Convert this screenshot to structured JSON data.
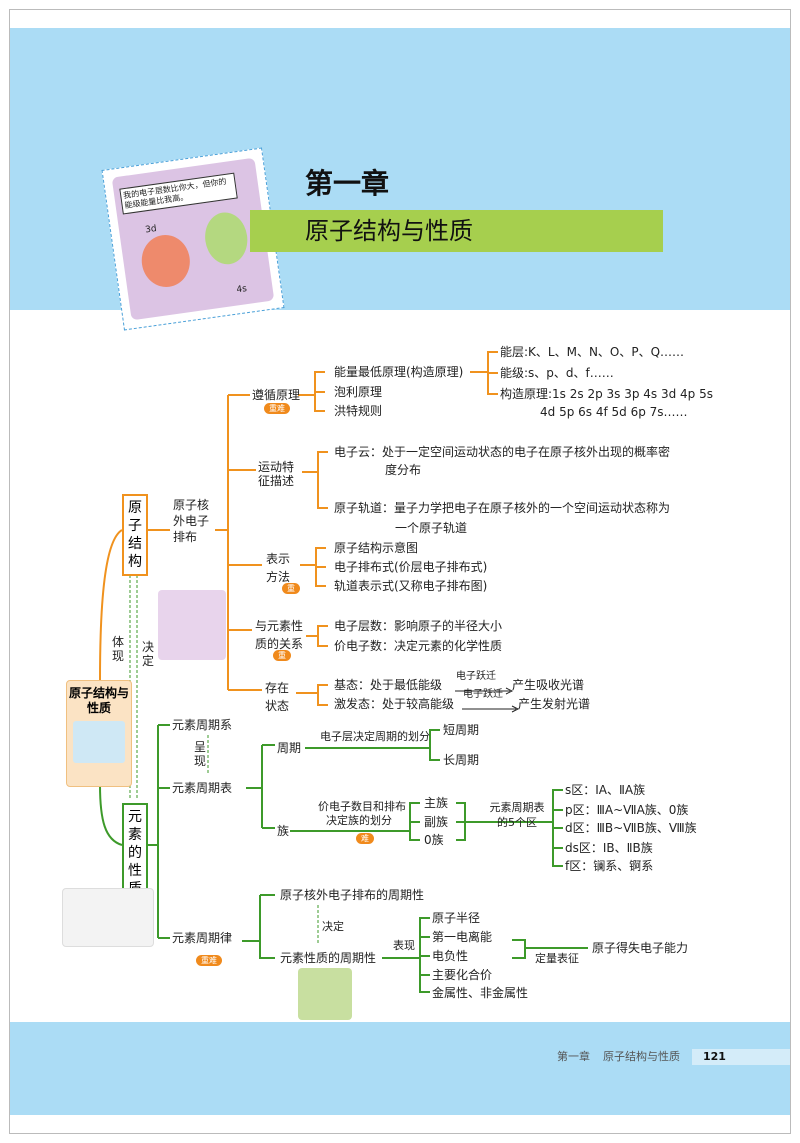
{
  "header": {
    "chapter": "第一章",
    "title": "原子结构与性质",
    "cartoon_speech": "我的电子层数比你大，但你的能级能量比我高。",
    "label_3d": "3d",
    "label_4s": "4s"
  },
  "center": {
    "title": "原子结构与性质",
    "structure": "原子结构",
    "property": "元素的性质",
    "embody": "体现",
    "decide": "决定"
  },
  "structure": {
    "sub": "原子核外电子排布",
    "follow": {
      "label": "遵循原理",
      "badge": "重难",
      "items": [
        "能量最低原理(构造原理)",
        "泡利原理",
        "洪特规则"
      ],
      "sub": [
        "能层:K、L、M、N、O、P、Q……",
        "能级:s、p、d、f……",
        "构造原理:1s 2s 2p 3s 3p 4s 3d 4p 5s",
        "4d 5p 6s 4f 5d 6p 7s……"
      ]
    },
    "motion": {
      "label": "运动特征描述",
      "cloud": "电子云：处于一定空间运动状态的电子在原子核外出现的概率密",
      "cloud2": "度分布",
      "orbital": "原子轨道：量子力学把电子在原子核外的一个空间运动状态称为",
      "orbital2": "一个原子轨道"
    },
    "repr": {
      "label": "表示方法",
      "badge": "重",
      "items": [
        "原子结构示意图",
        "电子排布式(价层电子排布式)",
        "轨道表示式(又称电子排布图)"
      ]
    },
    "relation": {
      "label": "与元素性质的关系",
      "badge": "重",
      "items": [
        "电子层数：影响原子的半径大小",
        "价电子数：决定元素的化学性质"
      ]
    },
    "state": {
      "label": "存在状态",
      "ground": "基态：处于最低能级",
      "excited": "激发态：处于较高能级",
      "transition": "电子跃迁",
      "absorb": "产生吸收光谱",
      "emit": "产生发射光谱"
    }
  },
  "property": {
    "system": "元素周期系",
    "present": "呈现",
    "table": "元素周期表",
    "law": "元素周期律",
    "law_badge": "重难",
    "period": "周期",
    "period_note": "电子层决定周期的划分",
    "short": "短周期",
    "long": "长周期",
    "group": "族",
    "group_note": "价电子数目和排布",
    "group_note2": "决定族的划分",
    "group_badge": "难",
    "groups": [
      "主族",
      "副族",
      "0族"
    ],
    "zones_label": "元素周期表的5个区",
    "zones": [
      "s区：ⅠA、ⅡA族",
      "p区：ⅢA~ⅦA族、0族",
      "d区：ⅢB~ⅦB族、Ⅷ族",
      "ds区：ⅠB、ⅡB族",
      "f区：镧系、锕系"
    ],
    "law_a": "原子核外电子排布的周期性",
    "law_decide": "决定",
    "law_b": "元素性质的周期性",
    "show": "表现",
    "props": [
      "原子半径",
      "第一电离能",
      "电负性",
      "主要化合价",
      "金属性、非金属性"
    ],
    "quant": "定量表征",
    "ability": "原子得失电子能力"
  },
  "footer": {
    "chapter": "第一章",
    "title": "原子结构与性质",
    "page": "121"
  },
  "colors": {
    "orange": "#f0921e",
    "green": "#3d9a2a",
    "header_blue": "#abdcf5",
    "title_green": "#a6cf4e"
  }
}
